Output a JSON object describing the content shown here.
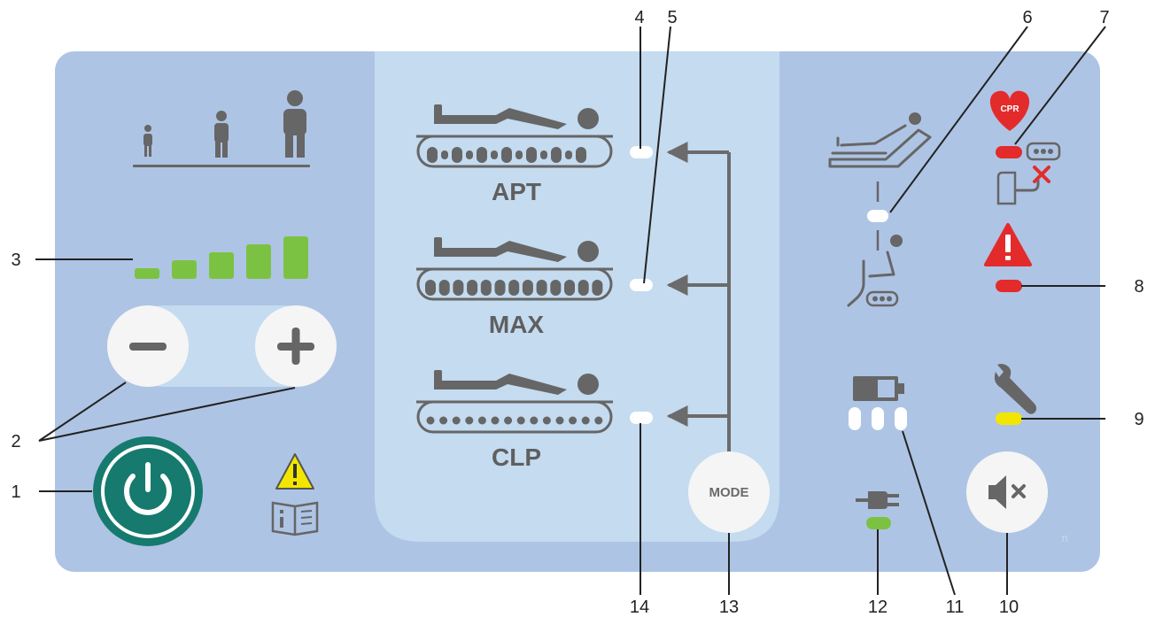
{
  "panel": {
    "colors": {
      "panel_bg": "#aec4e4",
      "center_bg": "#c4dbf0",
      "icon_gray": "#666666",
      "power_green": "#167a6e",
      "level_green": "#7cc242",
      "alarm_red": "#e32b2b",
      "warn_yellow": "#f2e600",
      "plug_green": "#7cc242"
    }
  },
  "modes": [
    {
      "label": "APT",
      "mattress": "alternating"
    },
    {
      "label": "MAX",
      "mattress": "static-max"
    },
    {
      "label": "CLP",
      "mattress": "low-pressure"
    }
  ],
  "mode_button": {
    "label": "MODE"
  },
  "cpr": {
    "label": "CPR"
  },
  "callouts": {
    "1": "1",
    "2": "2",
    "3": "3",
    "4": "4",
    "5": "5",
    "6": "6",
    "7": "7",
    "8": "8",
    "9": "9",
    "10": "10",
    "11": "11",
    "12": "12",
    "13": "13",
    "14": "14"
  },
  "comfort_levels": 5,
  "icons": {
    "patient_size": "person-size-scale-icon",
    "decrease": "minus-icon",
    "increase": "plus-icon",
    "power": "power-icon",
    "manual_warning": "warning-manual-icon",
    "head_up": "bed-head-up-icon",
    "seating": "seating-icon",
    "cpr": "cpr-heart-icon",
    "transport": "transport-disconnected-icon",
    "alarm": "alarm-triangle-icon",
    "battery": "battery-icon",
    "service": "wrench-icon",
    "mute": "mute-icon",
    "mains": "plug-icon"
  }
}
